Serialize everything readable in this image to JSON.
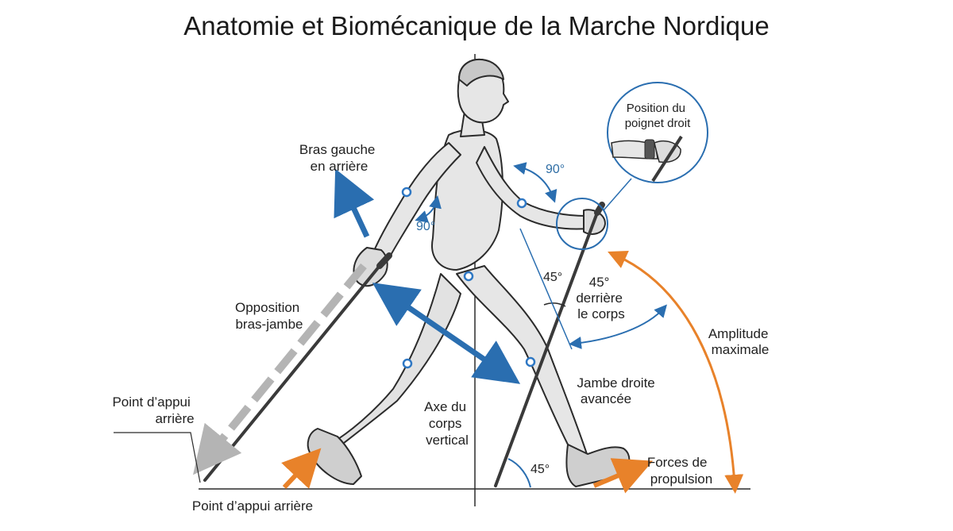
{
  "title": "Anatomie et Biomécanique de la Marche Nordique",
  "labels": {
    "bras_gauche_1": "Bras gauche",
    "bras_gauche_2": "en arrière",
    "opposition_1": "Opposition",
    "opposition_2": "bras-jambe",
    "appui_arriere_top_1": "Point d’appui",
    "appui_arriere_top_2": "arrière",
    "appui_arriere_bottom": "Point d’appui arrière",
    "axe_1": "Axe du",
    "axe_2": "corps",
    "axe_3": "vertical",
    "position_poignet_1": "Position du",
    "position_poignet_2": "poignet droit",
    "deg_90_right": "90°",
    "deg_90_left": "90°",
    "deg_45_pole": "45°",
    "derriere_1": "45°",
    "derriere_2": "derrière",
    "derriere_3": "le corps",
    "amplitude_1": "Amplitude",
    "amplitude_2": "maximale",
    "jambe_1": "Jambe droite",
    "jambe_2": "avancée",
    "forces_1": "Forces de",
    "forces_2": "propulsion",
    "deg_45_ground": "45°"
  },
  "colors": {
    "blue_arrow": "#2a6eb0",
    "orange_arrow": "#e8822a",
    "grey_arrow": "#b4b4b4",
    "body_fill": "#e6e6e6",
    "outline": "#2b2b2b",
    "joint_blue": "#2f78c4"
  }
}
